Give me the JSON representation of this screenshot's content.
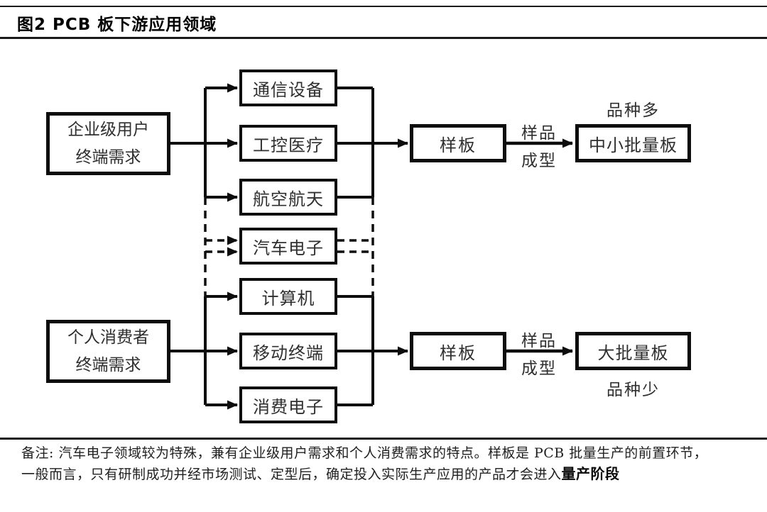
{
  "figure": {
    "title": "图2 PCB 板下游应用领域"
  },
  "diagram": {
    "sources": [
      {
        "line1": "企业级用户",
        "line2": "终端需求"
      },
      {
        "line1": "个人消费者",
        "line2": "终端需求"
      }
    ],
    "applications": [
      {
        "label": "通信设备"
      },
      {
        "label": "工控医疗"
      },
      {
        "label": "航空航天"
      },
      {
        "label": "汽车电子"
      },
      {
        "label": "计算机"
      },
      {
        "label": "移动终端"
      },
      {
        "label": "消费电子"
      }
    ],
    "samples": [
      {
        "label": "样板"
      },
      {
        "label": "样板"
      }
    ],
    "arrow_labels": [
      {
        "line1": "样品",
        "line2": "成型"
      },
      {
        "line1": "样品",
        "line2": "成型"
      }
    ],
    "outputs": [
      {
        "label": "中小批量板",
        "variety_note": "品种多"
      },
      {
        "label": "大批量板",
        "variety_note": "品种少"
      }
    ]
  },
  "footnote": {
    "line1": "备注: 汽车电子领域较为特殊，兼有企业级用户需求和个人消费需求的特点。样板是 PCB 批量生产的前置环节，",
    "line2": "一般而言，只有研制成功并经市场测试、定型后，确定投入实际生产应用的产品才会进入",
    "line2_bold": "量产阶段"
  },
  "colors": {
    "line": "#0d0d0d",
    "text": "#2f2f2f",
    "background": "#ffffff"
  }
}
